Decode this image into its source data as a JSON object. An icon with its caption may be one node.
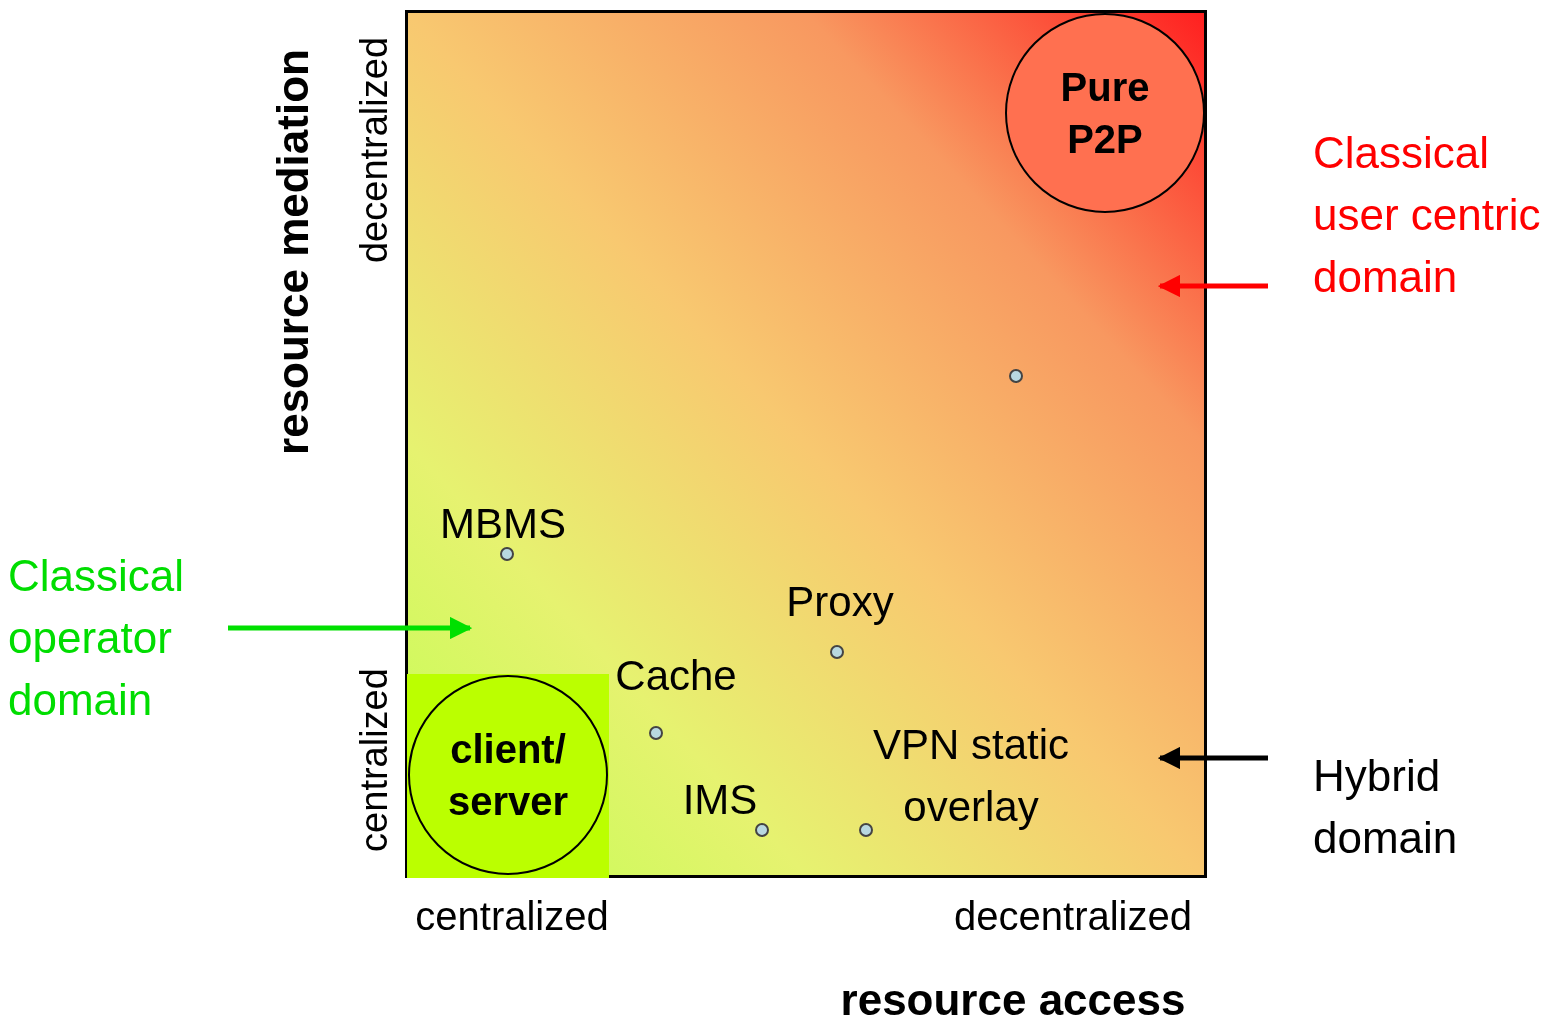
{
  "diagram": {
    "nodes": [
      {
        "text": [],
        "shape": "box"
      },
      {
        "text": [
          "Pure P2P"
        ],
        "in": 0
      },
      {
        "text": [],
        "shape": "box",
        "in": 0
      },
      {
        "text": [
          "client/ server"
        ],
        "in": 2
      },
      {
        "text": [],
        "shape": "circle",
        "in": 0,
        "beside": [
          "MBMS"
        ]
      },
      {
        "text": [],
        "shape": "circle",
        "in": 0
      },
      {
        "text": [],
        "shape": "circle",
        "in": 0,
        "beside": [
          "Proxy"
        ]
      },
      {
        "text": [],
        "shape": "circle",
        "in": 0
      },
      {
        "text": [],
        "shape": "circle",
        "in": 0,
        "beside": [
          "IMS"
        ]
      },
      {
        "text": [],
        "shape": "circle",
        "in": 0,
        "beside": [
          "VPN static overlay"
        ]
      },
      {
        "text": [
          "Classical user centric domain"
        ]
      },
      {
        "text": [
          "Hybrid domain"
        ]
      },
      {
        "text": [
          "Classical operator domain"
        ]
      }
    ],
    "edges": [
      {
        "from": 10,
        "to": 0,
        "arrow": "to",
        "color": "#ff0000"
      },
      {
        "from": 11,
        "to": 0,
        "arrow": "to",
        "color": "#000000"
      },
      {
        "from": 12,
        "to": 2,
        "arrow": "to",
        "color": "#00e000"
      }
    ],
    "labels": [
      "resource mediation",
      "decentralized",
      "centralized",
      "centralized",
      "decentralized",
      "resource access",
      "Cache"
    ]
  }
}
